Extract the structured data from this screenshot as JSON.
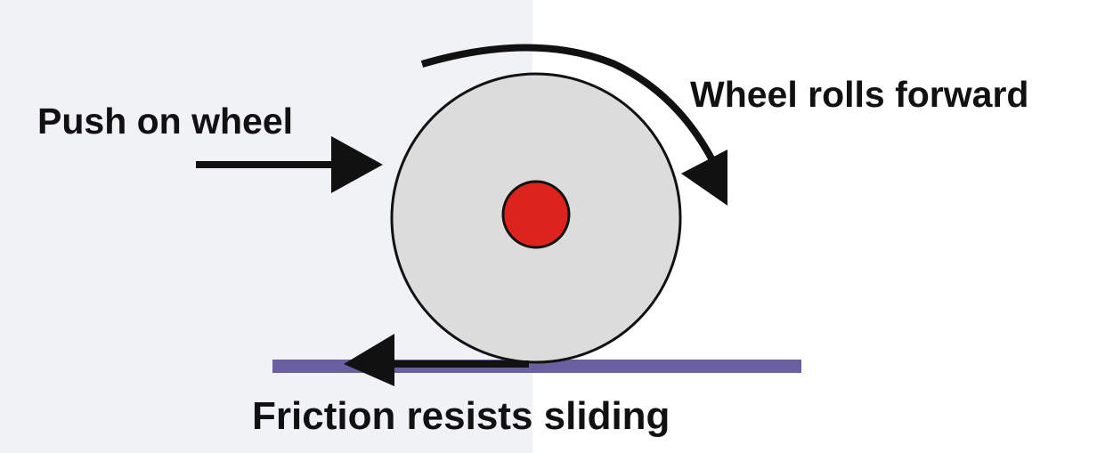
{
  "labels": {
    "push": "Push on wheel",
    "rolls": "Wheel rolls forward",
    "friction": "Friction resists sliding"
  },
  "colors": {
    "left_panel": "#f1f2f6",
    "wheel_fill": "#dcdcdc",
    "hub_fill": "#dc241c",
    "ground": "#6a5fa0",
    "ink": "#111111"
  }
}
